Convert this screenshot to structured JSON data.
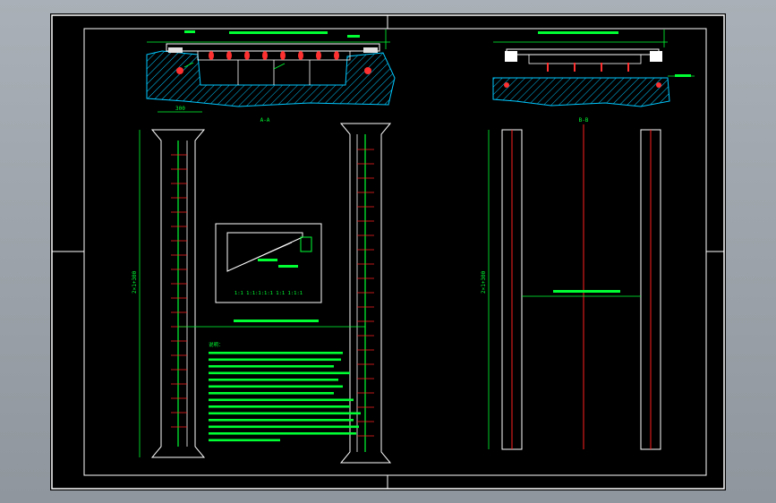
{
  "viewport": {
    "background": "#000000",
    "frame_color": "#ffffff",
    "line_colors": {
      "green": "#00ff33",
      "cyan": "#00c8ff",
      "red": "#ff2020",
      "white": "#ffffff"
    }
  },
  "sections": {
    "left_view_title": "A-A",
    "right_view_title": "B-B"
  },
  "dimensions": {
    "left_bottom": "300",
    "left_vertical": "2×1+300",
    "right_vertical": "2×1+300"
  },
  "detail_box": {
    "caption": "1:1 1:1:1:1:1 1:1 1:1:1"
  },
  "notes": {
    "heading": "说明："
  }
}
